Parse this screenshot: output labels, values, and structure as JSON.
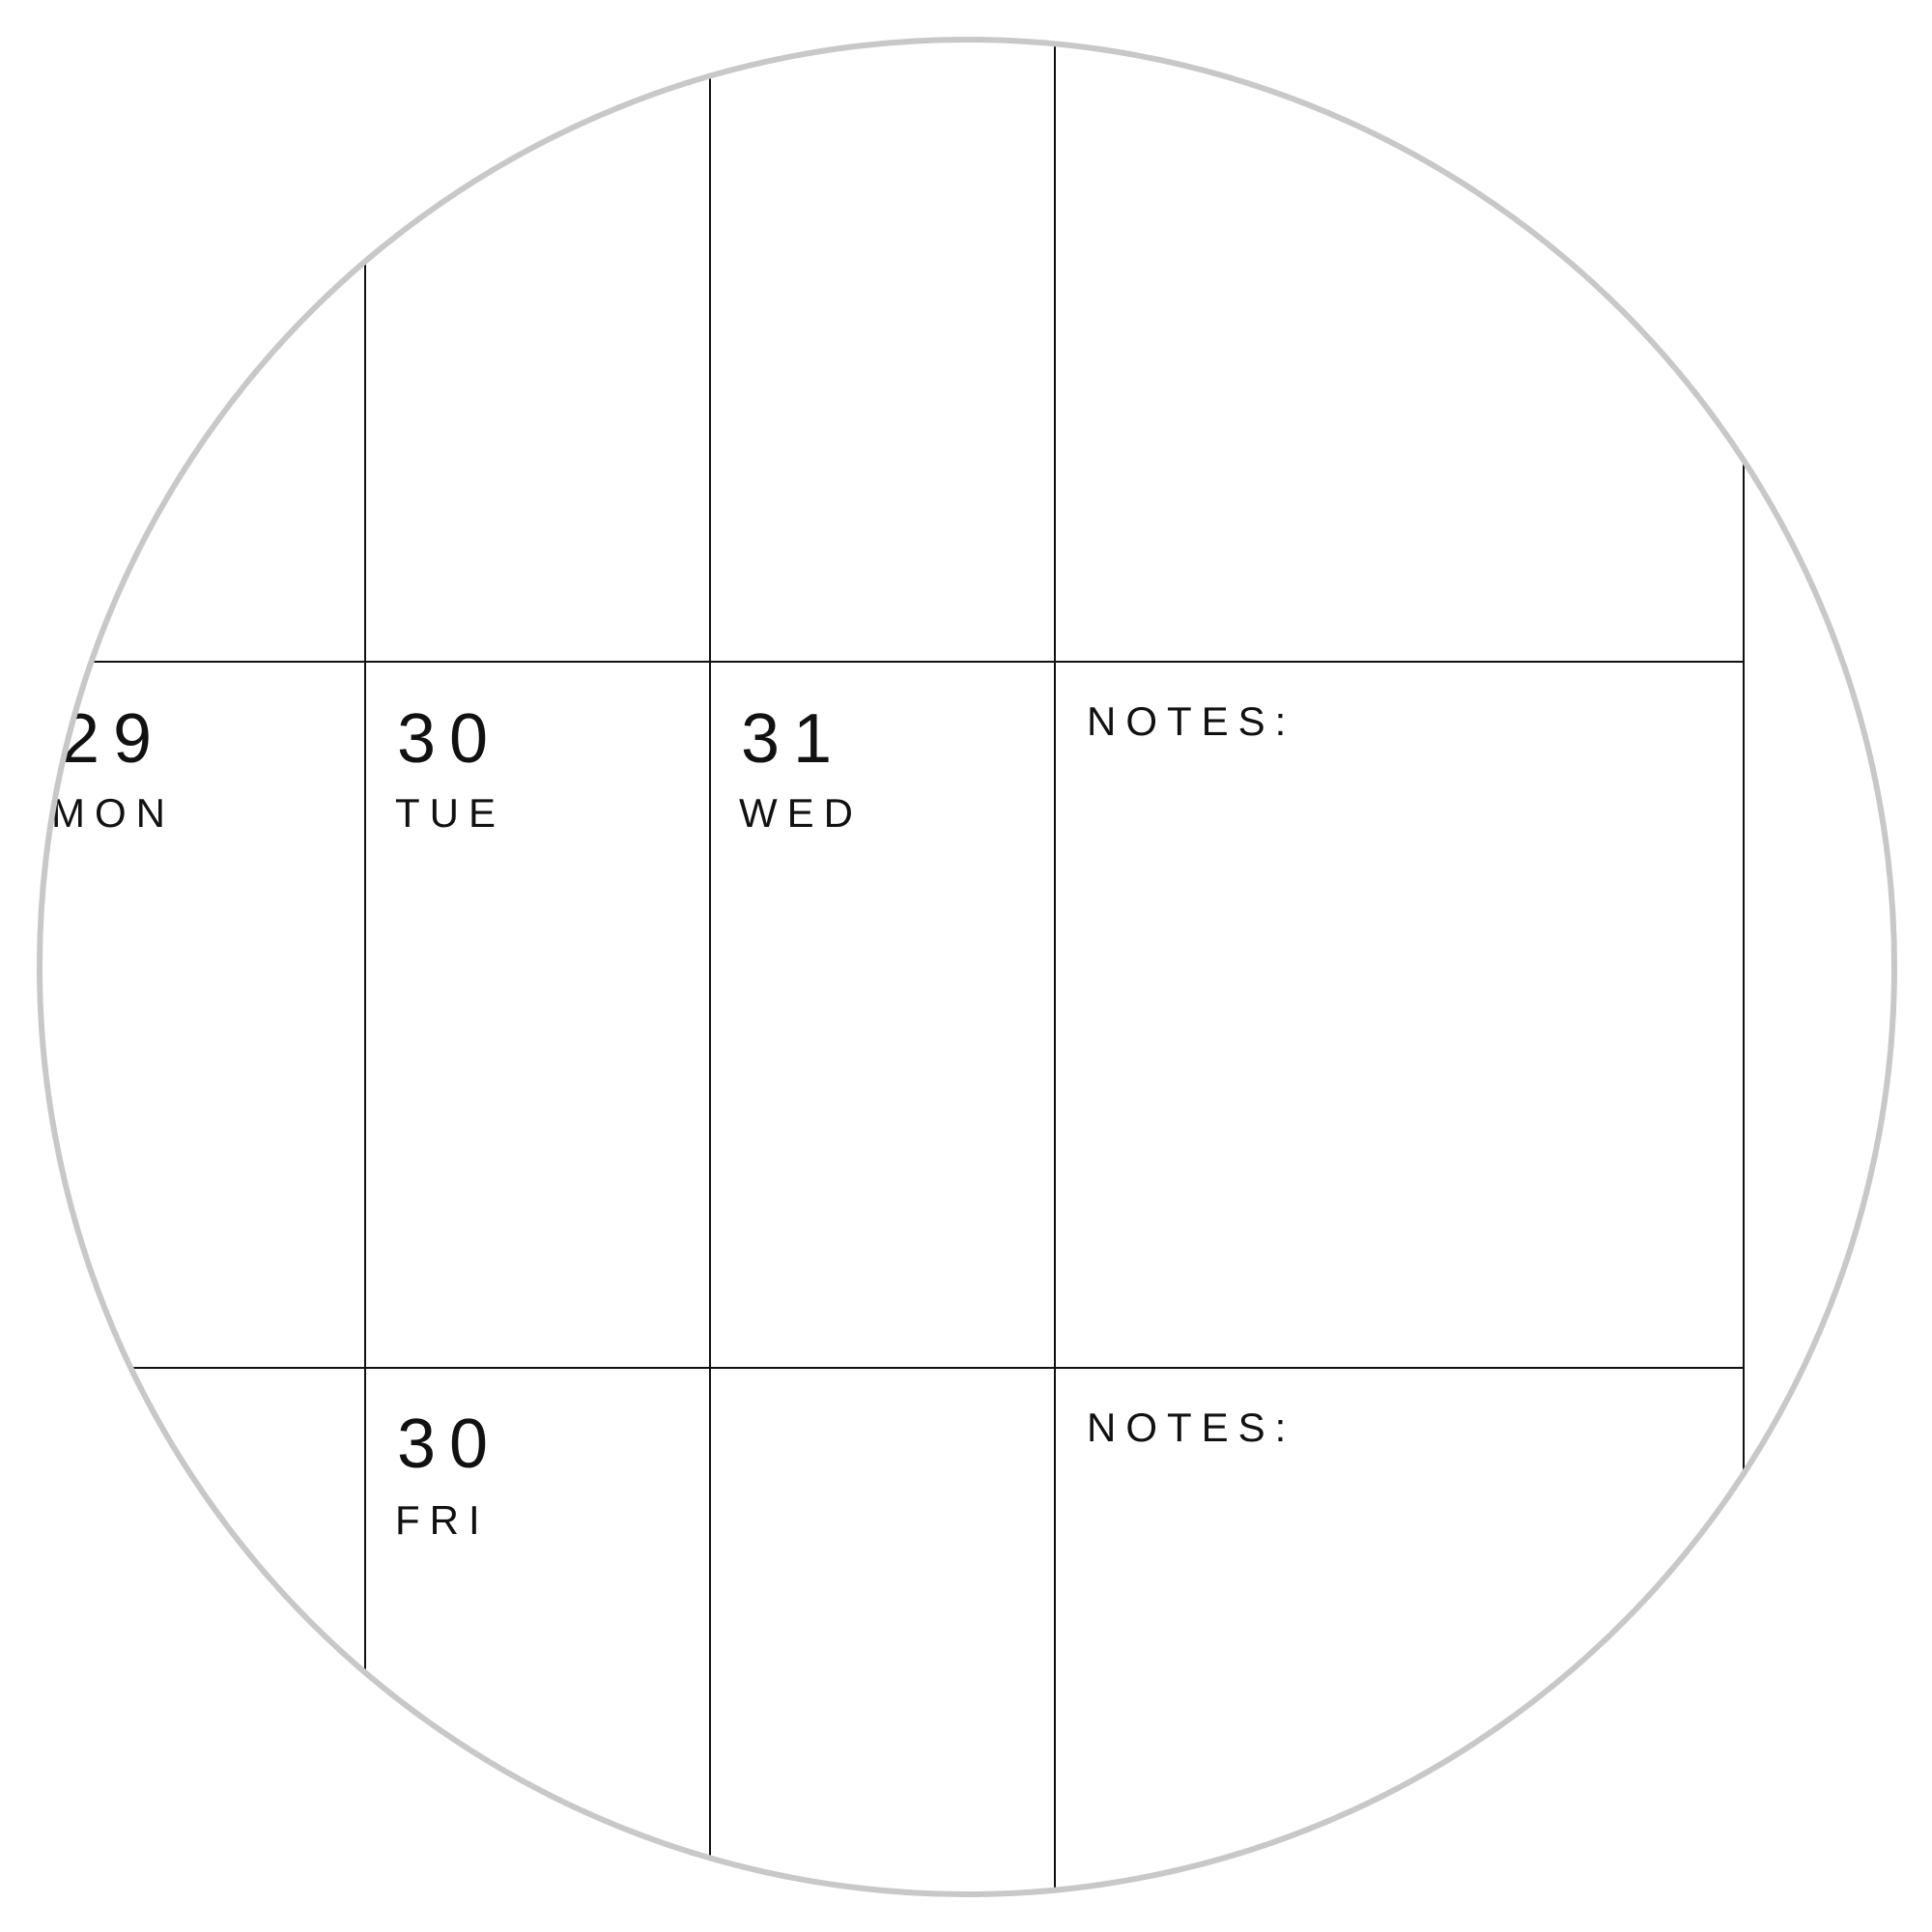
{
  "calendar": {
    "row1": {
      "cells": [
        {
          "day": "29",
          "weekday": "MON"
        },
        {
          "day": "30",
          "weekday": "TUE"
        },
        {
          "day": "31",
          "weekday": "WED"
        }
      ],
      "notes_label": "NOTES:"
    },
    "row2": {
      "cells": [
        {
          "day": "30",
          "weekday": "FRI"
        }
      ],
      "notes_label": "NOTES:"
    }
  },
  "colors": {
    "grid_line": "#111111",
    "ring": "#c8c8c8",
    "background": "#ffffff"
  }
}
